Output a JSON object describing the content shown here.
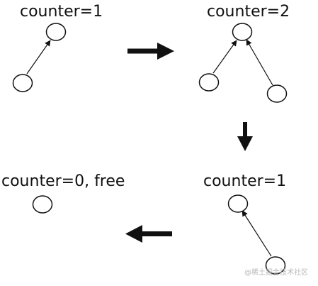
{
  "panels": {
    "top_left": {
      "label": "counter=1"
    },
    "top_right": {
      "label": "counter=2"
    },
    "bottom_right": {
      "label": "counter=1"
    },
    "bottom_left": {
      "label": "counter=0, free"
    }
  },
  "watermark": "@稀土掘金技术社区",
  "colors": {
    "stroke": "#111111",
    "node_fill": "#ffffff",
    "background": "#ffffff"
  }
}
